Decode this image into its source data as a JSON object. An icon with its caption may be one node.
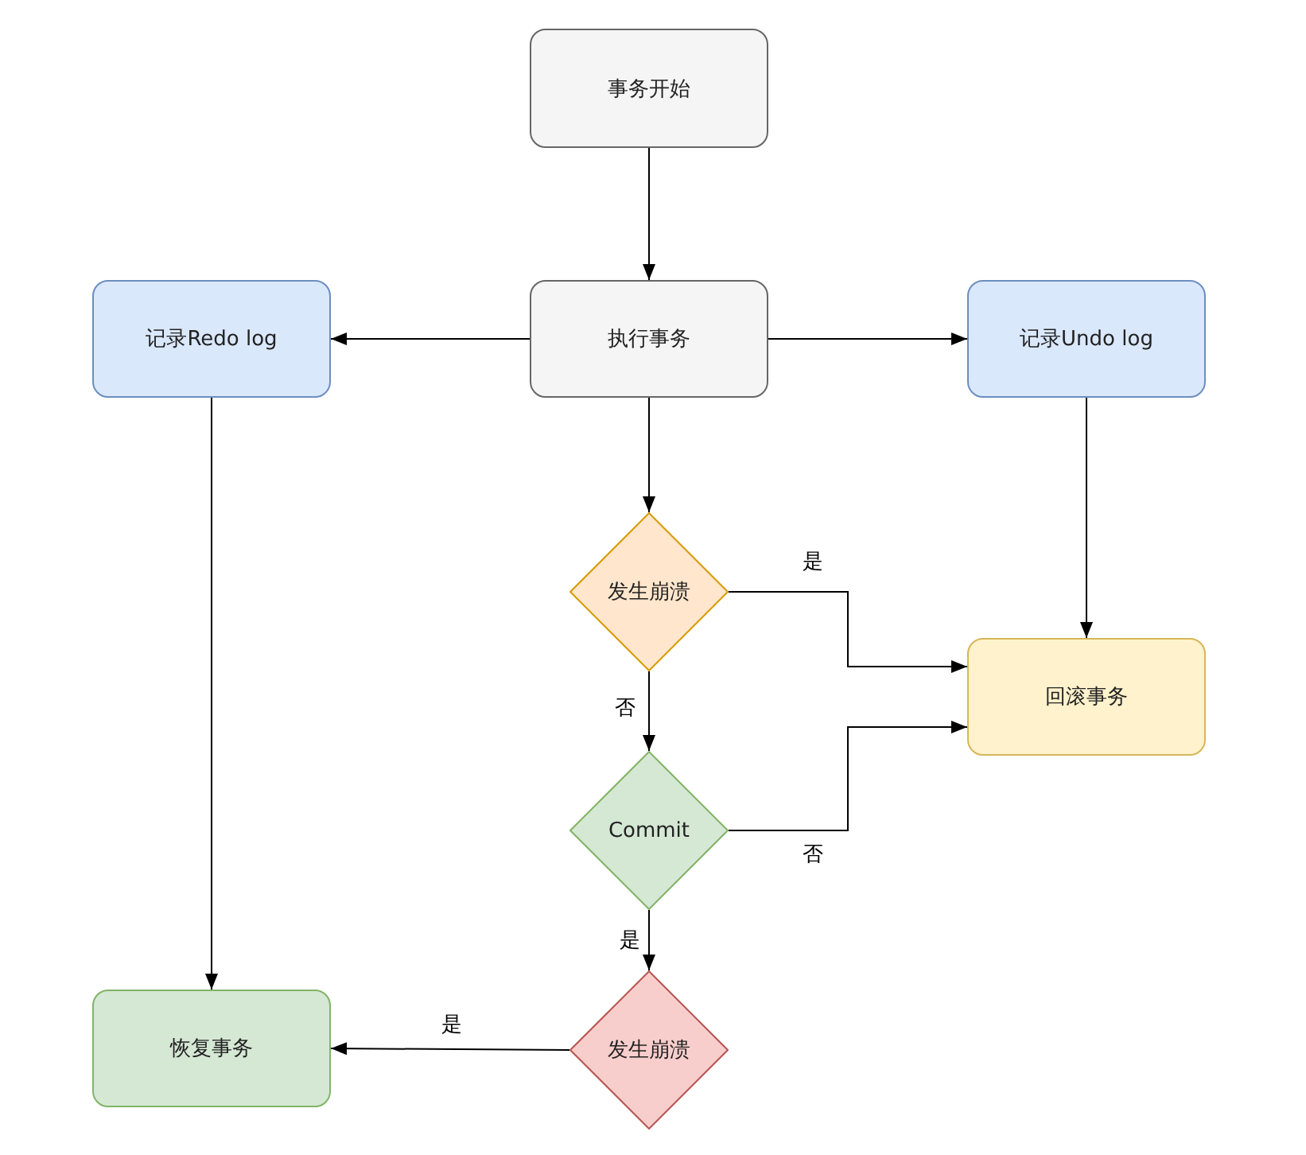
{
  "diagram": {
    "nodes": [
      {
        "text": [
          "事务开始"
        ]
      },
      {
        "text": [
          "执行事务"
        ]
      },
      {
        "text": [
          "记录Redo log"
        ]
      },
      {
        "text": [
          "记录Undo log"
        ]
      },
      {
        "text": [
          "发生崩溃"
        ]
      },
      {
        "text": [
          "回滚事务"
        ]
      },
      {
        "text": [
          "Commit"
        ]
      },
      {
        "text": [
          "恢复事务"
        ]
      },
      {
        "text": [
          "发生崩溃"
        ]
      }
    ],
    "edges": [
      {
        "from": 0,
        "to": 1,
        "arrow": "to"
      },
      {
        "from": 1,
        "to": 2,
        "arrow": "to"
      },
      {
        "from": 1,
        "to": 3,
        "arrow": "to"
      },
      {
        "from": 1,
        "to": 4,
        "arrow": "to"
      },
      {
        "from": 3,
        "to": 5,
        "arrow": "to"
      },
      {
        "from": 4,
        "to": 5,
        "arrow": "to",
        "label": "是"
      },
      {
        "from": 4,
        "to": 6,
        "arrow": "to",
        "label": "否"
      },
      {
        "from": 6,
        "to": 5,
        "arrow": "to",
        "label": "否"
      },
      {
        "from": 6,
        "to": 8,
        "arrow": "to",
        "label": "是"
      },
      {
        "from": 8,
        "to": 7,
        "arrow": "to",
        "label": "是"
      },
      {
        "from": 2,
        "to": 7,
        "arrow": "to"
      }
    ]
  }
}
